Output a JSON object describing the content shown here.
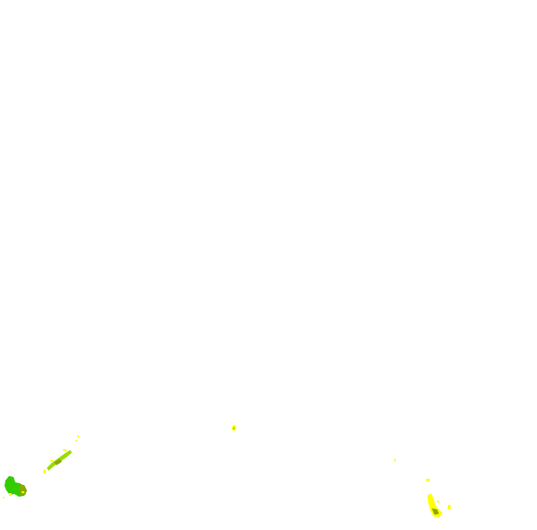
{
  "map": {
    "background": "#ffffff",
    "legend_colors": {
      "bright_green": "#33cc00",
      "lime": "#99dd00",
      "olive": "#88aa00",
      "yellow": "#ffff00",
      "pale_yellow": "#eeff66"
    },
    "regions": [
      {
        "id": "west-cluster",
        "dominant_color": "bright_green"
      },
      {
        "id": "west-strip",
        "dominant_color": "lime"
      },
      {
        "id": "center-speck",
        "dominant_color": "yellow"
      },
      {
        "id": "east-cluster",
        "dominant_color": "yellow"
      }
    ]
  }
}
